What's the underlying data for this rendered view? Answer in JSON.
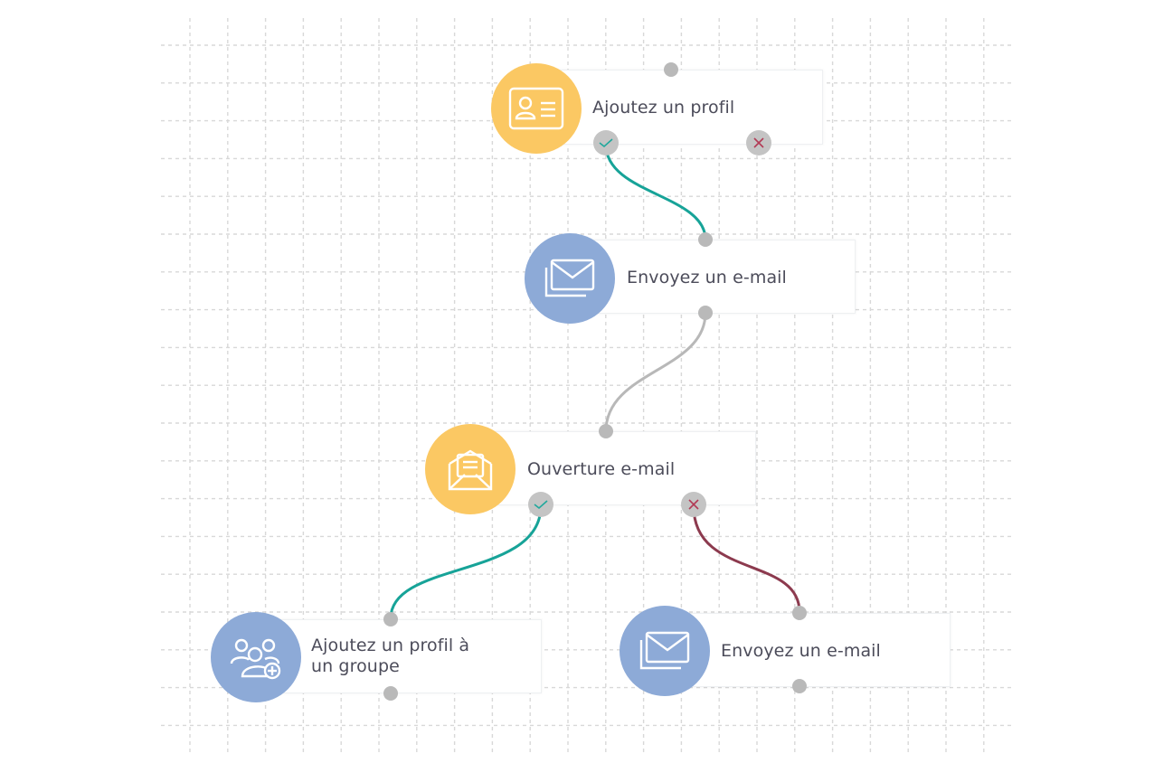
{
  "colors": {
    "yellow": "#fbc863",
    "blue": "#8daad7",
    "teal": "#17a398",
    "grey_link": "#b8b8b8",
    "red_link": "#8c3a4e",
    "check": "#20a89c",
    "cross": "#b23a55"
  },
  "nodes": {
    "add_profile": {
      "label": "Ajoutez un profil",
      "icon": "contact-card-icon",
      "color": "yellow"
    },
    "send_email_1": {
      "label": "Envoyez un e-mail",
      "icon": "envelope-stack-icon",
      "color": "blue"
    },
    "email_open": {
      "label": "Ouverture e-mail",
      "icon": "open-envelope-icon",
      "color": "yellow"
    },
    "add_profile_group": {
      "label_line1": "Ajoutez un profil à",
      "label_line2": "un groupe",
      "icon": "users-add-icon",
      "color": "blue"
    },
    "send_email_2": {
      "label": "Envoyez un e-mail",
      "icon": "envelope-stack-icon",
      "color": "blue"
    }
  },
  "links": [
    {
      "from": "add_profile",
      "branch": "yes",
      "to": "send_email_1",
      "color": "teal"
    },
    {
      "from": "send_email_1",
      "branch": "next",
      "to": "email_open",
      "color": "grey_link"
    },
    {
      "from": "email_open",
      "branch": "yes",
      "to": "add_profile_group",
      "color": "teal"
    },
    {
      "from": "email_open",
      "branch": "no",
      "to": "send_email_2",
      "color": "red_link"
    }
  ]
}
